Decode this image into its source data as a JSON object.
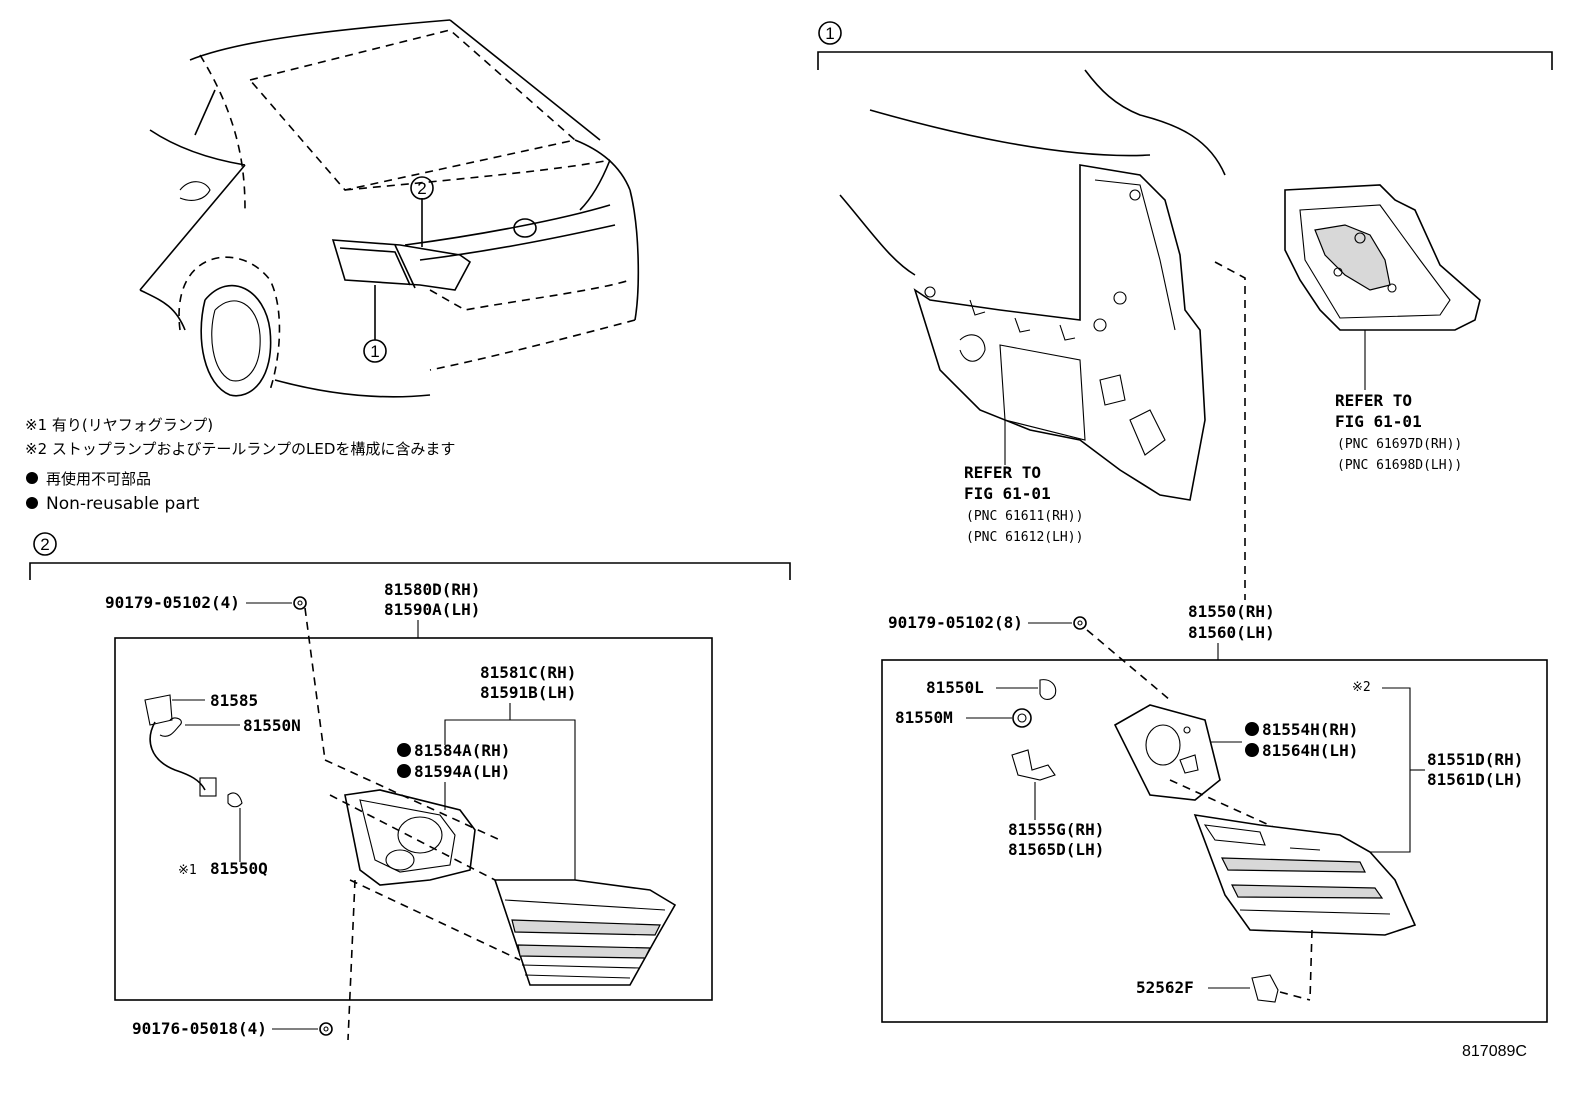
{
  "callouts": {
    "c1": "1",
    "c2": "2"
  },
  "notes": {
    "note1": "※1 有り(リヤフォグランプ)",
    "note2": "※2 ストップランプおよびテールランプのLEDを構成に含みます",
    "nonreuse_jp": "再使用不可部品",
    "nonreuse_en": "Non-reusable part"
  },
  "panel2": {
    "screw_top": "90179-05102(4)",
    "main_rh": "81580D(RH)",
    "main_lh": "81590A(LH)",
    "socket": "81585",
    "bulb_n": "81550N",
    "fog_mark": "※1",
    "bulb_q": "81550Q",
    "lens_rh": "81581C(RH)",
    "lens_lh": "81591B(LH)",
    "gasket_rh": "81584A(RH)",
    "gasket_lh": "81594A(LH)",
    "screw_bottom": "90176-05018(4)"
  },
  "panel1": {
    "refer_left_1": "REFER TO",
    "refer_left_2": "FIG 61-01",
    "pnc_left_rh": "(PNC 61611(RH))",
    "pnc_left_lh": "(PNC 61612(LH))",
    "refer_right_1": "REFER TO",
    "refer_right_2": "FIG 61-01",
    "pnc_right_rh": "(PNC 61697D(RH))",
    "pnc_right_lh": "(PNC 61698D(LH))",
    "screw": "90179-05102(8)",
    "main_rh": "81550(RH)",
    "main_lh": "81560(LH)",
    "bulb_l": "81550L",
    "socket_m": "81550M",
    "gasket_rh": "81554H(RH)",
    "gasket_lh": "81564H(LH)",
    "led_mark": "※2",
    "lens_rh": "81551D(RH)",
    "lens_lh": "81561D(LH)",
    "bracket_rh": "81555G(RH)",
    "bracket_lh": "81565D(LH)",
    "clip": "52562F"
  },
  "figure_id": "817089C"
}
